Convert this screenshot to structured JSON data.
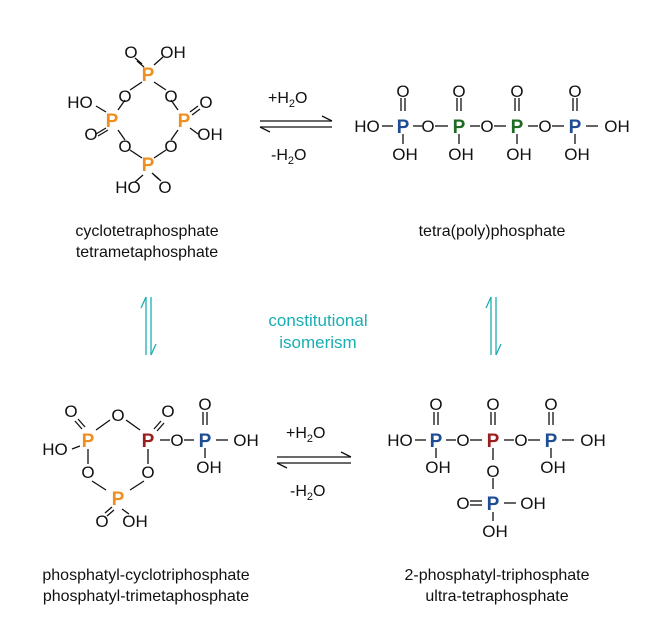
{
  "colors": {
    "p_ring": "#ef8f1f",
    "p_chain": "#1f4d94",
    "p_mid": "#1e6b24",
    "p_branch": "#9b1c1c",
    "isomer": "#1aaeb2",
    "text": "#111111"
  },
  "atoms": {
    "P": "P",
    "O": "O",
    "OH": "OH",
    "HO": "HO"
  },
  "reaction": {
    "plus": "+H",
    "minus": "-H",
    "sub": "2",
    "tail": "O"
  },
  "middle": {
    "label_line1": "constitutional",
    "label_line2": "isomerism"
  },
  "captions": {
    "top_left_1": "cyclotetraphosphate",
    "top_left_2": "tetrametaphosphate",
    "top_right": "tetra(poly)phosphate",
    "bottom_left_1": "phosphatyl-cyclotriphosphate",
    "bottom_left_2": "phosphatyl-trimetaphosphate",
    "bottom_right_1": "2-phosphatyl-triphosphate",
    "bottom_right_2": "ultra-tetraphosphate"
  }
}
